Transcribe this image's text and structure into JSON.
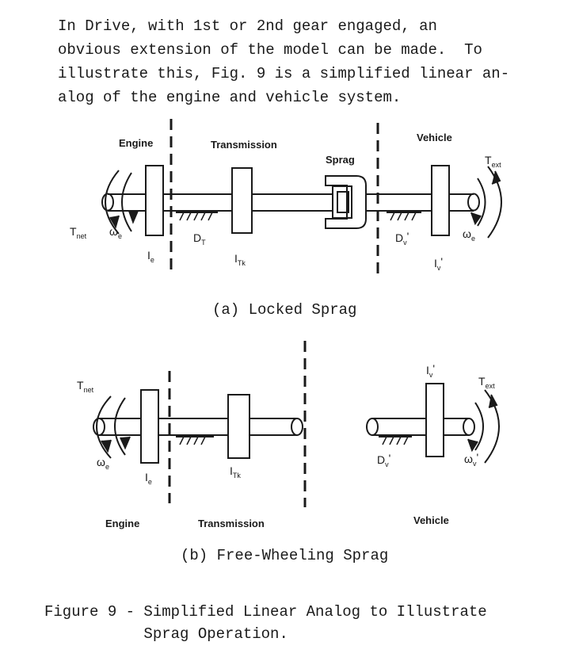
{
  "paragraph": [
    "In Drive, with 1st or 2nd gear engaged, an",
    "obvious extension of the model can be made.  To",
    "illustrate this, Fig. 9 is a simplified linear an-",
    "alog of the engine and vehicle system."
  ],
  "diagram_a": {
    "labels": {
      "engine": "Engine",
      "transmission": "Transmission",
      "sprag": "Sprag",
      "vehicle": "Vehicle",
      "t_net": "T",
      "t_net_sub": "net",
      "omega_e_left": "ω",
      "omega_e_left_sub": "e",
      "i_e": "I",
      "i_e_sub": "e",
      "d_t": "D",
      "d_t_sub": "T",
      "i_tk": "I",
      "i_tk_sub": "Tk",
      "d_v": "D",
      "d_v_sub": "v",
      "d_v_prime": "'",
      "i_v": "I",
      "i_v_sub": "v",
      "i_v_prime": "'",
      "t_ext": "T",
      "t_ext_sub": "ext",
      "omega_e_right": "ω",
      "omega_e_right_sub": "e"
    },
    "caption": "(a) Locked Sprag"
  },
  "diagram_b": {
    "labels": {
      "t_net": "T",
      "t_net_sub": "net",
      "omega_e": "ω",
      "omega_e_sub": "e",
      "i_e": "I",
      "i_e_sub": "e",
      "i_tk": "I",
      "i_tk_sub": "Tk",
      "i_v": "I",
      "i_v_sub": "v",
      "i_v_prime": "'",
      "t_ext": "T",
      "t_ext_sub": "ext",
      "d_v": "D",
      "d_v_sub": "v",
      "d_v_prime": "'",
      "omega_v": "ω",
      "omega_v_sub": "v",
      "omega_v_prime": "'",
      "engine": "Engine",
      "transmission": "Transmission",
      "vehicle": "Vehicle"
    },
    "caption": "(b) Free-Wheeling Sprag"
  },
  "figure_caption": [
    "Figure 9 - Simplified Linear Analog to Illustrate",
    "           Sprag Operation."
  ]
}
